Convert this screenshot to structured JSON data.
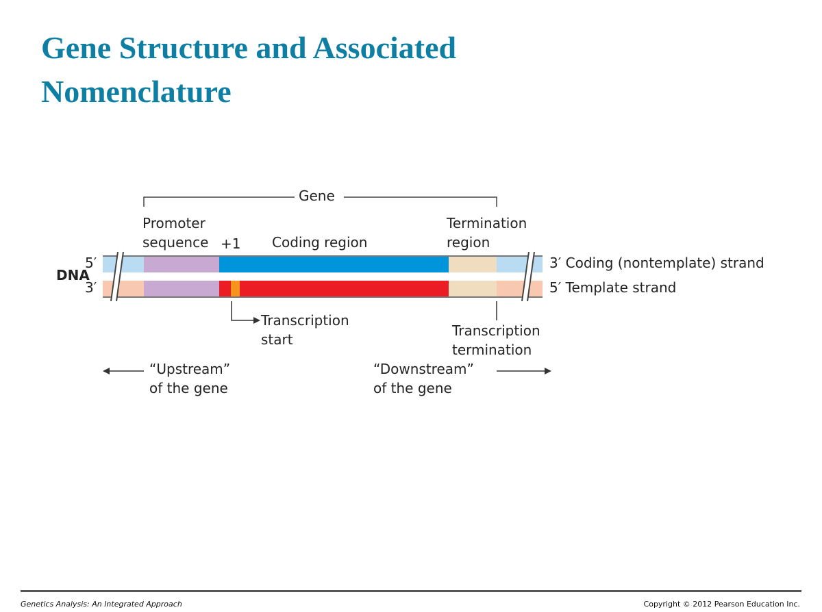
{
  "title_line1": "Gene Structure and Associated",
  "title_line2": "Nomenclature",
  "diagram": {
    "gene": "Gene",
    "promoter": [
      "Promoter",
      "sequence"
    ],
    "plus_one": "+1",
    "coding_region": "Coding region",
    "termination_region": [
      "Termination",
      "region"
    ],
    "dna": "DNA",
    "top_left_end": "5′",
    "bottom_left_end": "3′",
    "coding_strand": "3′ Coding (nontemplate) strand",
    "template_strand": "5′ Template strand",
    "transcription_start": [
      "Transcription",
      "start"
    ],
    "transcription_termination": [
      "Transcription",
      "termination"
    ],
    "upstream": [
      "“Upstream”",
      "of the gene"
    ],
    "downstream": [
      "“Downstream”",
      "of the gene"
    ],
    "colors": {
      "light_blue": "#b9dcf2",
      "purple": "#c7a9d2",
      "blue": "#0095da",
      "tan": "#f0dcbf",
      "peach": "#f8c8b0",
      "red": "#ec1c24",
      "orange": "#f7941d"
    }
  },
  "footer": {
    "left": "Genetics Analysis: An Integrated Approach",
    "right": "Copyright © 2012 Pearson Education Inc."
  }
}
